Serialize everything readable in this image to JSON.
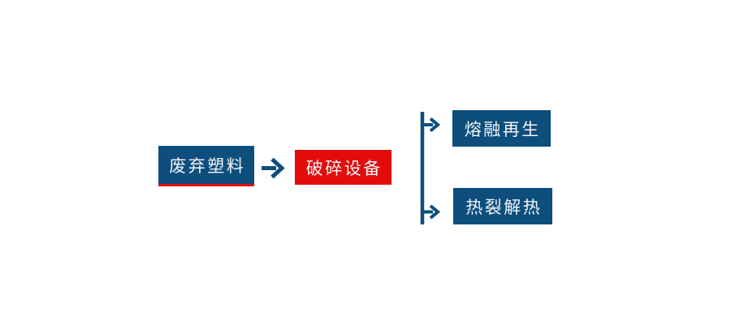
{
  "diagram": {
    "type": "flowchart",
    "colors": {
      "canvas_bg": "#ffffff",
      "box_blue": "#0d4e7d",
      "box_red": "#e30c0c",
      "underline_red": "#e30c0c",
      "connector_blue": "#0d4e7d",
      "text_light": "#f2f4f6"
    },
    "nodes": {
      "source": {
        "label": "废弃塑料"
      },
      "process": {
        "label": "破碎设备"
      },
      "branch_top": {
        "label": "熔融再生"
      },
      "branch_bottom": {
        "label": "热裂解热"
      }
    },
    "connectors": {
      "flow_arrow_glyph": "→",
      "branch_arrow_top_glyph": "→",
      "branch_arrow_bottom_glyph": "→"
    },
    "edges": [
      {
        "from": "source",
        "to": "process"
      },
      {
        "from": "process",
        "to": "branch_top"
      },
      {
        "from": "process",
        "to": "branch_bottom"
      }
    ]
  }
}
